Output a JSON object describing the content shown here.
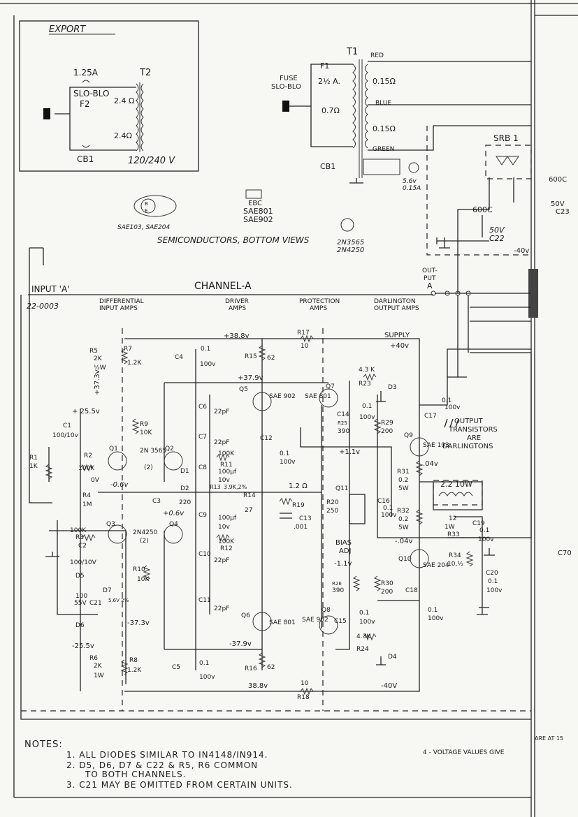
{
  "export_box": {
    "title": "EXPORT",
    "fuse_rating": "1.25A",
    "fuse_type": "SLO-BLO",
    "fuse_ref": "F2",
    "transformer": "T2",
    "winding1": "2.4 Ω",
    "winding2": "2.4Ω",
    "breaker": "CB1",
    "voltage": "120/240 V"
  },
  "power_supply": {
    "transformer": "T1",
    "lead_red": "RED",
    "lead_blue": "BLUE",
    "lead_green": "GREEN",
    "fuse_label_1": "FUSE",
    "fuse_label_2": "SLO-BLO",
    "fuse_ref": "F1",
    "fuse_rating": "2½ A.",
    "primary_res": "0.7Ω",
    "sec_res_1": "0.15Ω",
    "sec_res_2": "0.15Ω",
    "breaker": "CB1",
    "lamp_1": "5.6v",
    "lamp_2": "0.15A",
    "rectifier": "SRB 1",
    "cap_value": "600C",
    "cap_voltage": "50V",
    "cap_ref": "C22",
    "neg_rail": "-40v",
    "output_1": "OUT-",
    "output_2": "PUT",
    "output_3": "A"
  },
  "semiconductors": {
    "to3_labels": "SAE103, SAE204",
    "to126_1": "EBC",
    "to126_2": "SAE801",
    "to126_3": "SAE902",
    "to92_1": "2N3565",
    "to92_2": "2N4250",
    "caption": "SEMICONDUCTORS, BOTTOM VIEWS"
  },
  "channel": {
    "title": "CHANNEL-A",
    "input_label": "INPUT 'A'",
    "input_part": "22-0003",
    "sections": [
      {
        "l1": "DIFFERENTIAL",
        "l2": "INPUT AMPS"
      },
      {
        "l1": "DRIVER",
        "l2": "AMPS"
      },
      {
        "l1": "PROTECTION",
        "l2": "AMPS"
      },
      {
        "l1": "DARLINGTON",
        "l2": "OUTPUT AMPS"
      }
    ],
    "supply_1": "SUPPLY",
    "supply_2": "+40v",
    "supply_neg": "-40V",
    "v_pos_388": "+38.8v",
    "v_neg_388": "38.8v",
    "v_pos_379": "+37.9v",
    "v_neg_379": "-37.9v",
    "v_pos_373": "+37.3v",
    "v_neg_373": "-37.3v",
    "v_pos_255": "+ 25.5v",
    "v_neg_255": "-25.5v",
    "v_11": "+1.1v",
    "v_11n": "-1.1v",
    "v_04": ".04v",
    "v_04n": "-.04v",
    "v_06": "-0.6v",
    "v_06p": "+0.6v",
    "out_note_1": "OUTPUT",
    "out_note_2": "TRANSISTORS",
    "out_note_3": "ARE",
    "out_note_4": "DARLINGTONS",
    "bias_1": "BIAS",
    "bias_2": "ADJ",
    "coil": "2.2 10W",
    "right_c70": "C70",
    "right_600": "600C",
    "right_50v": "50V",
    "right_c23": "C23"
  },
  "components": {
    "R17": "R17",
    "R17v": "10",
    "R18": "R18",
    "R18v": "10",
    "R15": "R15",
    "R16": "R16",
    "R62": "62",
    "R62b": "62",
    "R5": "R5",
    "R5v": "2K",
    "R5w": "½W",
    "R6": "R6",
    "R6v": "2K",
    "R6w": "1W",
    "R7": "R7",
    "R7v": "1.2K",
    "R8": "R8",
    "R8v": "1.2K",
    "R9": "R9",
    "R9v": "10K",
    "R10": "R10",
    "R10v": "10K",
    "R1": "R1",
    "R1v": "1K",
    "R2": "R2",
    "R2v": "100K",
    "R3": "R3",
    "R3v": "100K",
    "R4": "R4",
    "R4v": "1M",
    "R11": "R11",
    "R11v": "100K",
    "R12": "R12",
    "R12v": "100K",
    "R13": "R13",
    "R13v": "3.9K,2%",
    "R14": "R14",
    "R14v": "27",
    "R19": "R19",
    "R19v": "1.2 Ω",
    "R20": "R20",
    "R20v": "250",
    "R23": "R23",
    "R23v": "4.3 K",
    "R24": "R24",
    "R24v": "4.3K",
    "R25": "R25",
    "R25v": "390",
    "R26": "R26",
    "R26v": "390",
    "R29": "R29",
    "R29v": "200",
    "R30": "R30",
    "R30v": "200",
    "R31": "R31",
    "R31v": "0.2",
    "R31w": "5W",
    "R32": "R32",
    "R32v": "0.2",
    "R32w": "5W",
    "R33": "R33",
    "R33v": "12",
    "R33w": "1W",
    "R34": "R34",
    "R34v": "10,½",
    "C1": "C1",
    "C1v": "100/10v",
    "C2": "C2",
    "C2v": "100/10V",
    "C3": "C3",
    "C3v": "220",
    "C4": "C4",
    "C4v": "0.1",
    "C4w": "100v",
    "C5": "C5",
    "C5v": "0.1",
    "C5w": "100v",
    "C6": "C6",
    "C6v": "22pF",
    "C7": "C7",
    "C7v": "22pF",
    "C8": "C8",
    "C8v": "100µf",
    "C8w": "10v",
    "C9": "C9",
    "C9v": "100µf",
    "C9w": "10v",
    "C10": "C10",
    "C10v": "22pF",
    "C11": "C11",
    "C11v": "22pF",
    "C12": "C12",
    "C12v": "0.1",
    "C12w": "100v",
    "C13": "C13",
    "C13v": ".001",
    "C14": "C14",
    "C14v": "0.1",
    "C14w": "100v",
    "C15": "C15",
    "C15v": "0.1",
    "C15w": "100v",
    "C16": "C16",
    "C16v": "0.1",
    "C16w": "100v",
    "C17": "C17",
    "C17v": "0.1",
    "C17w": "100v",
    "C18": "C18",
    "C18v": "0.1",
    "C18w": "100v",
    "C19": "C19",
    "C19v": "0.1",
    "C19w": "100v",
    "C20": "C20",
    "C20v": "0.1",
    "C20w": "100v",
    "C21": "C21",
    "C21v": "100",
    "C21w": "55V",
    "Q1": "Q1",
    "Q2": "Q2",
    "Q12type": "2N 3565",
    "Q12n": "(2)",
    "Q3": "Q3",
    "Q4": "Q4",
    "Q34type": "2N4250",
    "Q34n": "(2)",
    "Q5": "Q5",
    "Q5t": "SAE 902",
    "Q6": "Q6",
    "Q6t": "SAE 801",
    "Q7": "Q7",
    "Q7t": "SAE 801",
    "Q8": "Q8",
    "Q8t": "SAE 902",
    "Q9": "Q9",
    "Q9t": "SAE 103",
    "Q10": "Q10",
    "Q10t": "SAE 204",
    "Q11": "Q11",
    "D1": "D1",
    "D2": "D2",
    "D3": "D3",
    "D4": "D4",
    "D5": "D5",
    "D6": "D6",
    "D7": "D7",
    "D7v": "5.6V 2%",
    "ov": "0V"
  },
  "notes": {
    "heading": "NOTES:",
    "n1": "1. ALL DIODES SIMILAR TO IN4148/IN914.",
    "n2a": "2. D5, D6, D7 & C22 & R5, R6 COMMON",
    "n2b": "TO BOTH CHANNELS.",
    "n3": "3. C21 MAY BE OMITTED FROM CERTAIN UNITS.",
    "n4": "4 - VOLTAGE VALUES GIVE",
    "n5": "ARE AT 15"
  }
}
